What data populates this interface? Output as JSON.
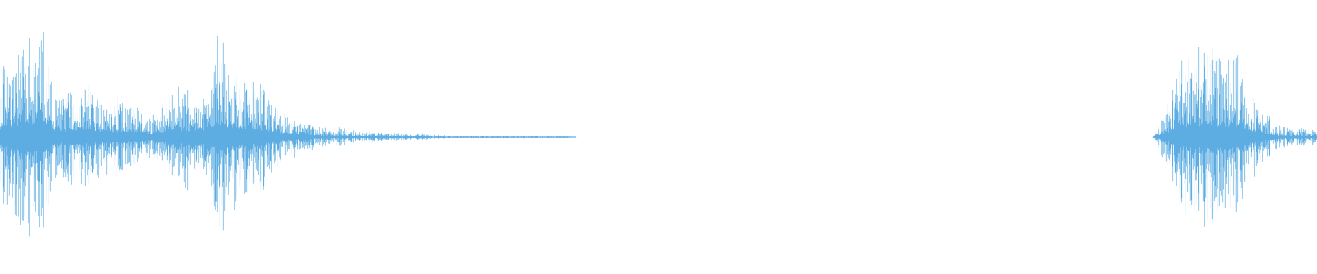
{
  "waveform": {
    "color": "#5dade2",
    "background": "#ffffff",
    "envelope_bins": [
      0.45,
      0.6,
      0.75,
      0.75,
      0.3,
      0.3,
      0.4,
      0.3,
      0.25,
      0.25,
      0.22,
      0.15,
      0.25,
      0.35,
      0.33,
      0.3,
      0.7,
      0.45,
      0.4,
      0.38,
      0.2,
      0.15,
      0.12,
      0.08,
      0.06,
      0.06,
      0.04,
      0.04,
      0.03,
      0.03,
      0.02,
      0.025,
      0.015,
      0.01,
      0.01,
      0.01,
      0.01,
      0.01,
      0.01,
      0.01,
      0.01,
      0.01,
      0,
      0,
      0,
      0,
      0,
      0,
      0,
      0,
      0,
      0,
      0,
      0,
      0,
      0,
      0,
      0,
      0,
      0,
      0,
      0,
      0,
      0,
      0,
      0,
      0,
      0,
      0,
      0,
      0,
      0,
      0,
      0,
      0,
      0,
      0,
      0,
      0,
      0,
      0,
      0,
      0,
      0,
      0,
      0.2,
      0.5,
      0.6,
      0.62,
      0.55,
      0.6,
      0.3,
      0.2,
      0.1,
      0.06,
      0.06
    ]
  }
}
